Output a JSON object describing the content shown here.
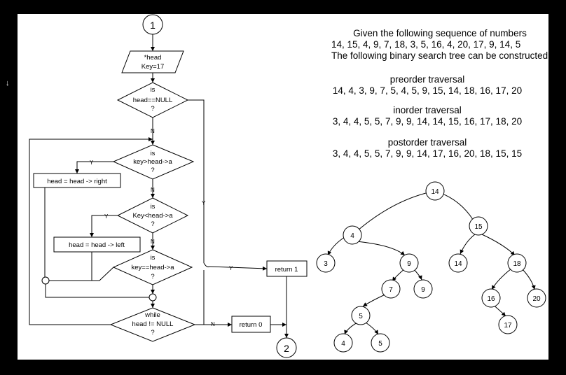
{
  "flowchart": {
    "start_connector": "1",
    "end_connector": "2",
    "input_box": {
      "line1": "*head",
      "line2": "Key=17"
    },
    "decision_null": {
      "line1": "is",
      "line2": "head==NULL",
      "line3": "?"
    },
    "decision_greater": {
      "line1": "is",
      "line2": "key>head->a",
      "line3": "?"
    },
    "decision_less": {
      "line1": "is",
      "line2": "Key<head->a",
      "line3": "?"
    },
    "decision_equal": {
      "line1": "is",
      "line2": "key==head->a",
      "line3": "?"
    },
    "decision_while": {
      "line1": "while",
      "line2": "head != NULL",
      "line3": "?"
    },
    "process_right": "head = head -> right",
    "process_left": "head = head -> left",
    "return1": "return 1",
    "return0": "return 0",
    "labels": {
      "yes": "Y",
      "no": "N"
    }
  },
  "text_panel": {
    "given_line1": "Given the following sequence of numbers",
    "sequence": "14, 15, 4, 9, 7, 18, 3, 5, 16, 4, 20, 17, 9, 14, 5",
    "given_line3": "The following binary search tree can be constructed.",
    "preorder_title": "preorder traversal",
    "preorder_values": "14, 4, 3, 9, 7, 5, 4, 5, 9, 15, 14, 18, 16, 17, 20",
    "inorder_title": "inorder traversal",
    "inorder_values": "3, 4, 4, 5, 5, 7, 9, 9, 14, 14, 15, 16, 17, 18, 20",
    "postorder_title": "postorder traversal",
    "postorder_values": "3, 4, 4, 5, 5, 7, 9, 9, 14, 17, 16, 20, 18, 15, 15"
  },
  "tree": {
    "nodes": [
      "14",
      "4",
      "15",
      "3",
      "9",
      "14",
      "18",
      "7",
      "9",
      "16",
      "20",
      "5",
      "17",
      "4",
      "5"
    ]
  }
}
